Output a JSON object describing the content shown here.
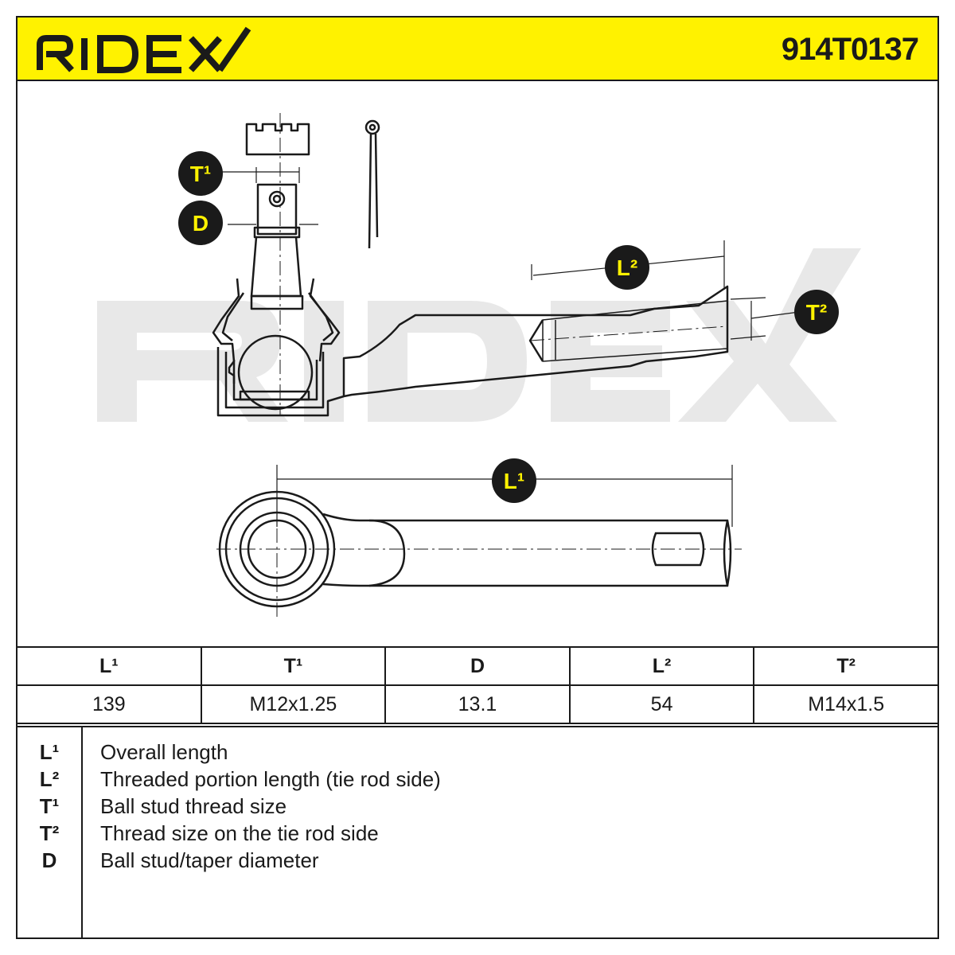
{
  "header": {
    "brand": "RIDEX",
    "part_number": "914T0137"
  },
  "drawing": {
    "watermark": "RIDEX",
    "callouts": {
      "t1": "T¹",
      "d": "D",
      "l2": "L²",
      "t2": "T²",
      "l1": "L¹"
    }
  },
  "table": {
    "headers": [
      "L¹",
      "T¹",
      "D",
      "L²",
      "T²"
    ],
    "values": [
      "139",
      "M12x1.25",
      "13.1",
      "54",
      "M14x1.5"
    ]
  },
  "legend": [
    {
      "key": "L¹",
      "text": "Overall length"
    },
    {
      "key": "L²",
      "text": "Threaded portion length (tie rod side)"
    },
    {
      "key": "T¹",
      "text": "Ball stud thread size"
    },
    {
      "key": "T²",
      "text": "Thread size on the tie rod side"
    },
    {
      "key": "D",
      "text": "Ball stud/taper diameter"
    }
  ],
  "colors": {
    "accent": "#fff200",
    "line": "#1a1a1a",
    "watermark": "#e6e6e6"
  }
}
